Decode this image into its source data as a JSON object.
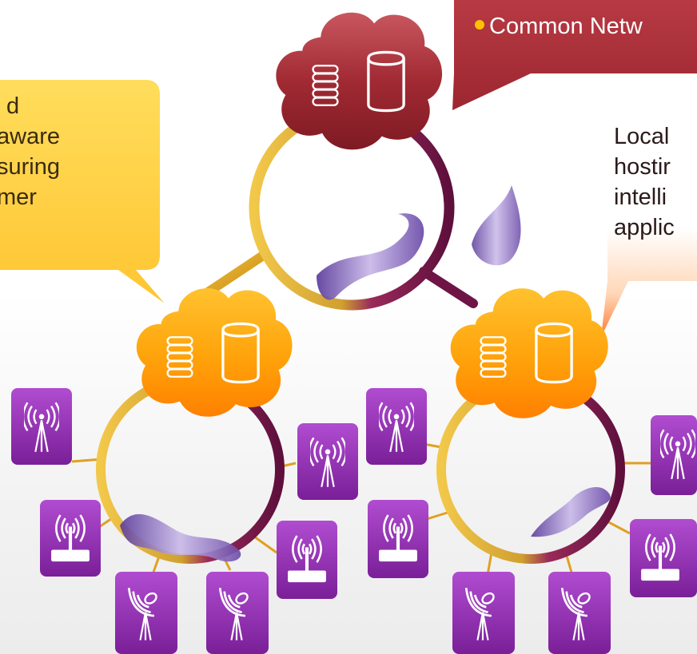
{
  "callouts": {
    "top": {
      "bullet": "•",
      "text": "Common Netw"
    },
    "left": {
      "lines": [
        "d",
        "aware",
        "suring",
        "mer"
      ]
    },
    "right": {
      "lines": [
        "Local",
        "hostir",
        "intelli",
        "applic"
      ]
    }
  },
  "colors": {
    "core_cloud": "#9c2630",
    "edge_cloud": "#ff9a00",
    "yellow_callout": "#ffd24a",
    "ring_gold": "#e8c040",
    "ring_maroon": "#6e1546",
    "device": "#8a2ca8",
    "wave": "#8a6ab8"
  },
  "icons": {
    "database": "server-stack-icon",
    "storage": "cylinder-storage-icon",
    "antenna": "antenna-tower-icon",
    "satellite": "satellite-dish-icon",
    "wifi": "wifi-router-icon"
  }
}
